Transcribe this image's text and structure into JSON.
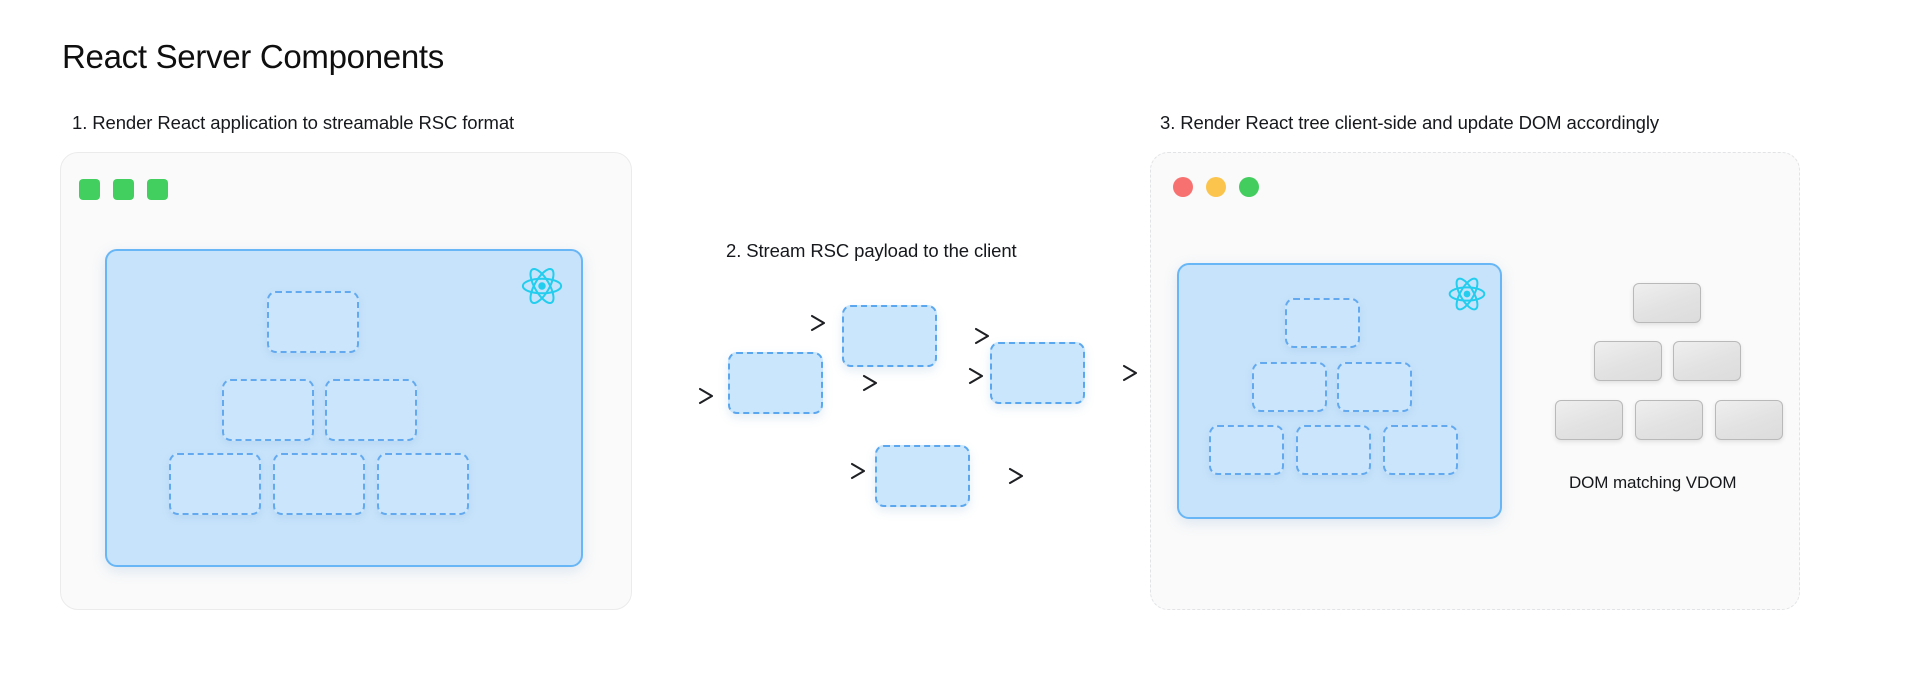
{
  "page": {
    "title": "React Server Components",
    "background": "#ffffff"
  },
  "colors": {
    "accent_blue": "#68b6f5",
    "node_fill": "#cbe6fc",
    "tree_fill": "#c7e3fb",
    "react_cyan": "#22cdee",
    "panel_fill": "#fafafa",
    "panel_border": "#ebebeb",
    "server_indicator": "#43cf5f",
    "traffic_red": "#f87171",
    "traffic_yellow": "#fbc44d",
    "traffic_green": "#42cd5e",
    "dom_border": "#b9b9b9",
    "arrow": "#1f2023",
    "text": "#16181c"
  },
  "steps": [
    {
      "number": "1",
      "caption": "1. Render React application to streamable RSC format",
      "panel": "server",
      "chrome": {
        "type": "squares",
        "count": 3,
        "color": "#43cf5f"
      },
      "tree": {
        "logo": "react-logo-icon",
        "levels": [
          1,
          2,
          3
        ],
        "node_count": 6
      }
    },
    {
      "number": "2",
      "caption": "2. Stream RSC payload to the client",
      "panel": "none",
      "stream": {
        "nodes": 4,
        "arrows": 6
      }
    },
    {
      "number": "3",
      "caption": "3. Render React tree client-side and update DOM accordingly",
      "panel": "client",
      "chrome": {
        "type": "dots",
        "colors": [
          "#f87171",
          "#fbc44d",
          "#42cd5e"
        ]
      },
      "tree": {
        "logo": "react-logo-icon",
        "levels": [
          1,
          2,
          3
        ],
        "node_count": 6
      },
      "dom": {
        "caption": "DOM matching VDOM",
        "levels": [
          1,
          2,
          3
        ],
        "node_count": 6
      }
    }
  ],
  "icons": {
    "react_logo": "react-logo-icon",
    "arrow_right": "arrow-right-icon"
  }
}
